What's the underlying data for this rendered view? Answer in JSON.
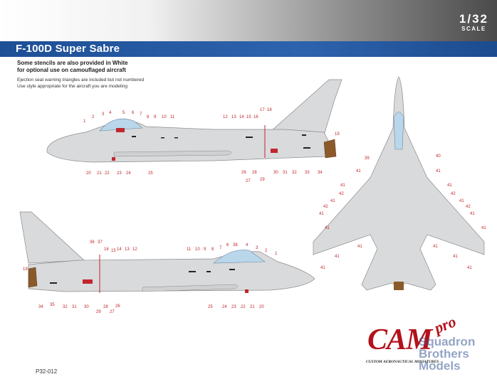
{
  "header": {
    "scale_number": "1/32",
    "scale_word": "SCALE",
    "title": "F-100D Super Sabre"
  },
  "notes": {
    "line1": "Some stencils are also provided in White",
    "line2": "for optional use on camouflaged aircraft",
    "line3": "Ejection seat warning triangles are included but not numbered",
    "line4": "Use style appropriate for the aircraft you are modeling"
  },
  "footer": {
    "part_number": "P32-012"
  },
  "logo": {
    "cam": "CAM",
    "pro": "pro",
    "subtitle": "CUSTOM AERONAUTICAL MINIATURES",
    "watermark_line1": "Squadron",
    "watermark_line2": "Brothers",
    "watermark_line3": "Models"
  },
  "colors": {
    "airframe": "#d9dadc",
    "leader_line": "#c1272d",
    "title_bar": "#2458a3",
    "engine_nozzle": "#8b5a2b",
    "canopy": "#b9d6ea"
  },
  "callouts": {
    "left_side_top_row": [
      "1",
      "2",
      "3",
      "4",
      "5",
      "6",
      "7",
      "8",
      "9",
      "10",
      "11",
      "12",
      "13",
      "14",
      "15",
      "16",
      "17",
      "18",
      "19"
    ],
    "left_side_bottom_row": [
      "20",
      "21",
      "22",
      "23",
      "24",
      "25",
      "26",
      "27",
      "28",
      "29",
      "30",
      "31",
      "32",
      "33",
      "34"
    ],
    "right_side_top_row": [
      "36",
      "37",
      "16",
      "15",
      "14",
      "13",
      "12",
      "11",
      "10",
      "9",
      "8",
      "7",
      "6",
      "38",
      "4",
      "3",
      "2",
      "1",
      "19"
    ],
    "right_side_bottom_row": [
      "34",
      "35",
      "32",
      "31",
      "30",
      "29",
      "28",
      "27",
      "26",
      "25",
      "24",
      "23",
      "22",
      "21",
      "20"
    ],
    "top_view": [
      "39",
      "40",
      "41",
      "42"
    ]
  }
}
